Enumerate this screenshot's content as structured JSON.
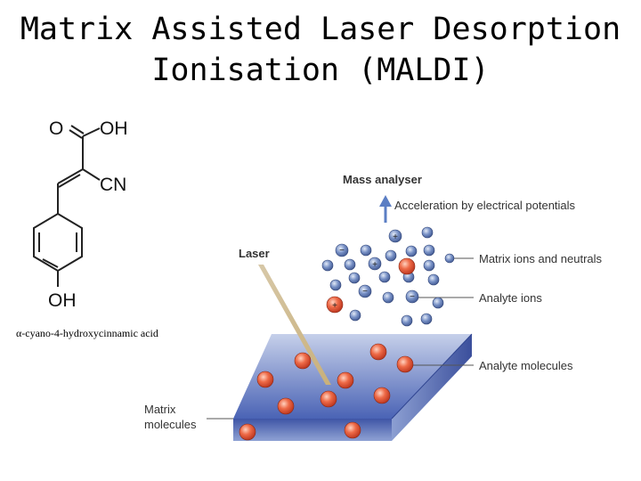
{
  "slide": {
    "title_line1": "Matrix Assisted Laser Desorption",
    "title_line2": "Ionisation (MALDI)"
  },
  "structure": {
    "o_label": "O",
    "oh_top_label": "OH",
    "cn_label": "CN",
    "oh_bottom_label": "OH",
    "compound_name": "α-cyano-4-hydroxycinnamic acid"
  },
  "diagram": {
    "mass_analyser": "Mass analyser",
    "acceleration": "Acceleration by electrical potentials",
    "laser": "Laser",
    "matrix_ions": "Matrix ions and neutrals",
    "analyte_ions": "Analyte ions",
    "analyte_molecules": "Analyte molecules",
    "matrix_molecules_line1": "Matrix",
    "matrix_molecules_line2": "molecules"
  },
  "colors": {
    "matrix_molecule": "#5a76b8",
    "analyte_molecule": "#e3583b",
    "plate_top": "#4a63b5",
    "plate_bottom": "#c6d0ea",
    "arrow": "#5b7ec4"
  }
}
